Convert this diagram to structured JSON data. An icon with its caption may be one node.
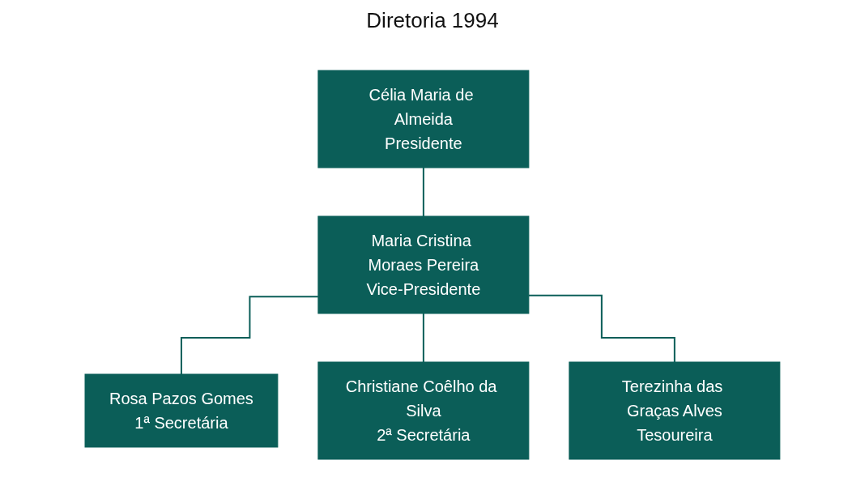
{
  "diagram": {
    "title": "Diretoria 1994",
    "nodes": [
      {
        "text": [
          "Célia Maria de Almeida",
          "Presidente"
        ]
      },
      {
        "text": [
          "Maria Cristina Moraes Pereira",
          "Vice-Presidente"
        ]
      },
      {
        "text": [
          "Rosa Pazos Gomes",
          "1ª Secretária"
        ]
      },
      {
        "text": [
          "Christiane Coêlho da Silva",
          "2ª Secretária"
        ]
      },
      {
        "text": [
          "Terezinha das Graças Alves",
          "Tesoureira"
        ]
      }
    ],
    "edges": [
      {
        "from": 0,
        "to": 1,
        "arrow": "none"
      },
      {
        "from": 1,
        "to": 2,
        "arrow": "none"
      },
      {
        "from": 1,
        "to": 3,
        "arrow": "none"
      },
      {
        "from": 1,
        "to": 4,
        "arrow": "none"
      }
    ]
  }
}
